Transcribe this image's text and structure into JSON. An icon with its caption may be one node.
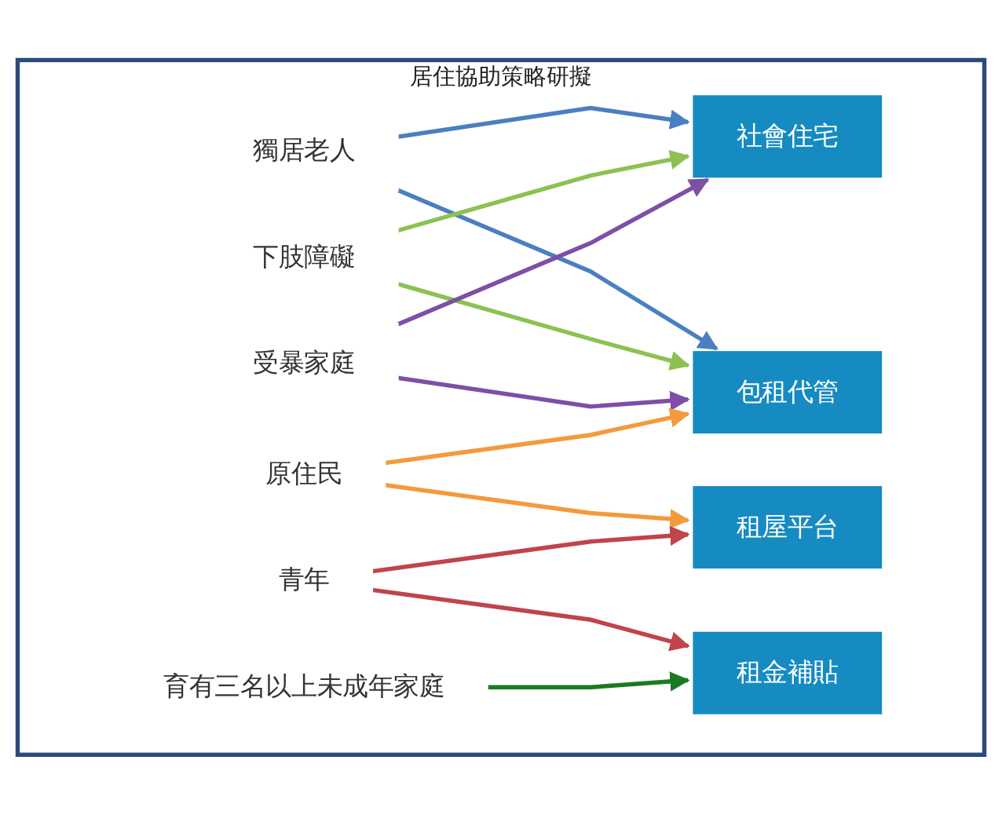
{
  "diagram": {
    "nodes": [
      {
        "text": [
          "居住協助策略研擬"
        ]
      },
      {
        "text": [
          "獨居老人"
        ],
        "in": 0
      },
      {
        "text": [
          "下肢障礙"
        ],
        "in": 0
      },
      {
        "text": [
          "受暴家庭"
        ],
        "in": 0
      },
      {
        "text": [
          "原住民"
        ],
        "in": 0
      },
      {
        "text": [
          "青年"
        ],
        "in": 0
      },
      {
        "text": [
          "育有三名以上未成年家庭"
        ],
        "in": 0
      },
      {
        "text": [
          "社會住宅"
        ],
        "in": 0
      },
      {
        "text": [
          "包租代管"
        ],
        "in": 0
      },
      {
        "text": [
          "租屋平台"
        ],
        "in": 0
      },
      {
        "text": [
          "租金補貼"
        ],
        "in": 0
      }
    ],
    "edges": [
      {
        "from": 1,
        "to": 7,
        "arrow": "to",
        "color": "#4a7fc1"
      },
      {
        "from": 1,
        "to": 8,
        "arrow": "to",
        "color": "#4a7fc1"
      },
      {
        "from": 2,
        "to": 7,
        "arrow": "to",
        "color": "#8dc152"
      },
      {
        "from": 2,
        "to": 8,
        "arrow": "to",
        "color": "#8dc152"
      },
      {
        "from": 3,
        "to": 7,
        "arrow": "to",
        "color": "#7d4fa6"
      },
      {
        "from": 3,
        "to": 8,
        "arrow": "to",
        "color": "#7d4fa6"
      },
      {
        "from": 4,
        "to": 8,
        "arrow": "to",
        "color": "#f39a3c"
      },
      {
        "from": 4,
        "to": 9,
        "arrow": "to",
        "color": "#f39a3c"
      },
      {
        "from": 5,
        "to": 9,
        "arrow": "to",
        "color": "#c0444a"
      },
      {
        "from": 5,
        "to": 10,
        "arrow": "to",
        "color": "#c0444a"
      },
      {
        "from": 6,
        "to": 10,
        "arrow": "to",
        "color": "#1a7a22"
      }
    ]
  }
}
